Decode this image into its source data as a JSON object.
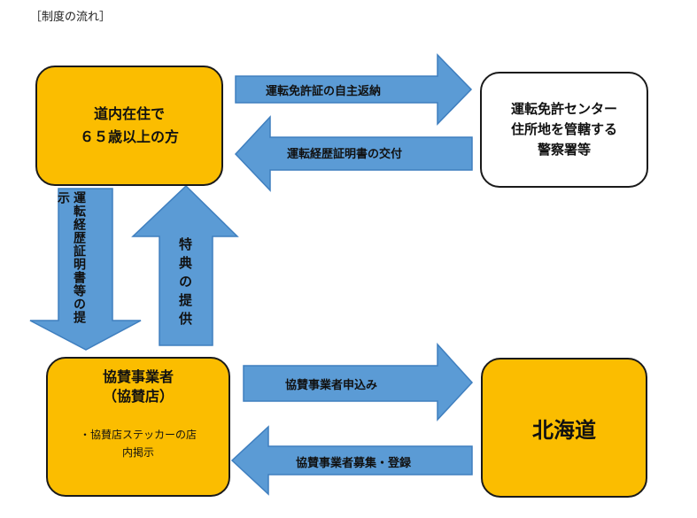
{
  "caption": "［制度の流れ］",
  "colors": {
    "box_fill": "#fbbd00",
    "arrow_fill": "#5b9bd5",
    "arrow_stroke": "#3f7fbf",
    "border": "#1a1a1a"
  },
  "nodes": {
    "senior": {
      "line1": "道内在住で",
      "line2": "６５歳以上の方"
    },
    "center": {
      "line1": "運転免許センター",
      "line2": "住所地を管轄する",
      "line3": "警察署等"
    },
    "business": {
      "line1": "協賛事業者",
      "line2": "（協賛店）",
      "note1": "・協賛店ステッカーの店",
      "note2": "内掲示"
    },
    "hokkaido": {
      "label": "北海道"
    }
  },
  "arrows": {
    "return_license": "運転免許証の自主返納",
    "issue_history": "運転経歴証明書の交付",
    "present_history": "運転経歴証明書等の提示",
    "provide_benefit": "特典の提供",
    "apply_business": "協賛事業者申込み",
    "recruit_business": "協賛事業者募集・登録"
  }
}
